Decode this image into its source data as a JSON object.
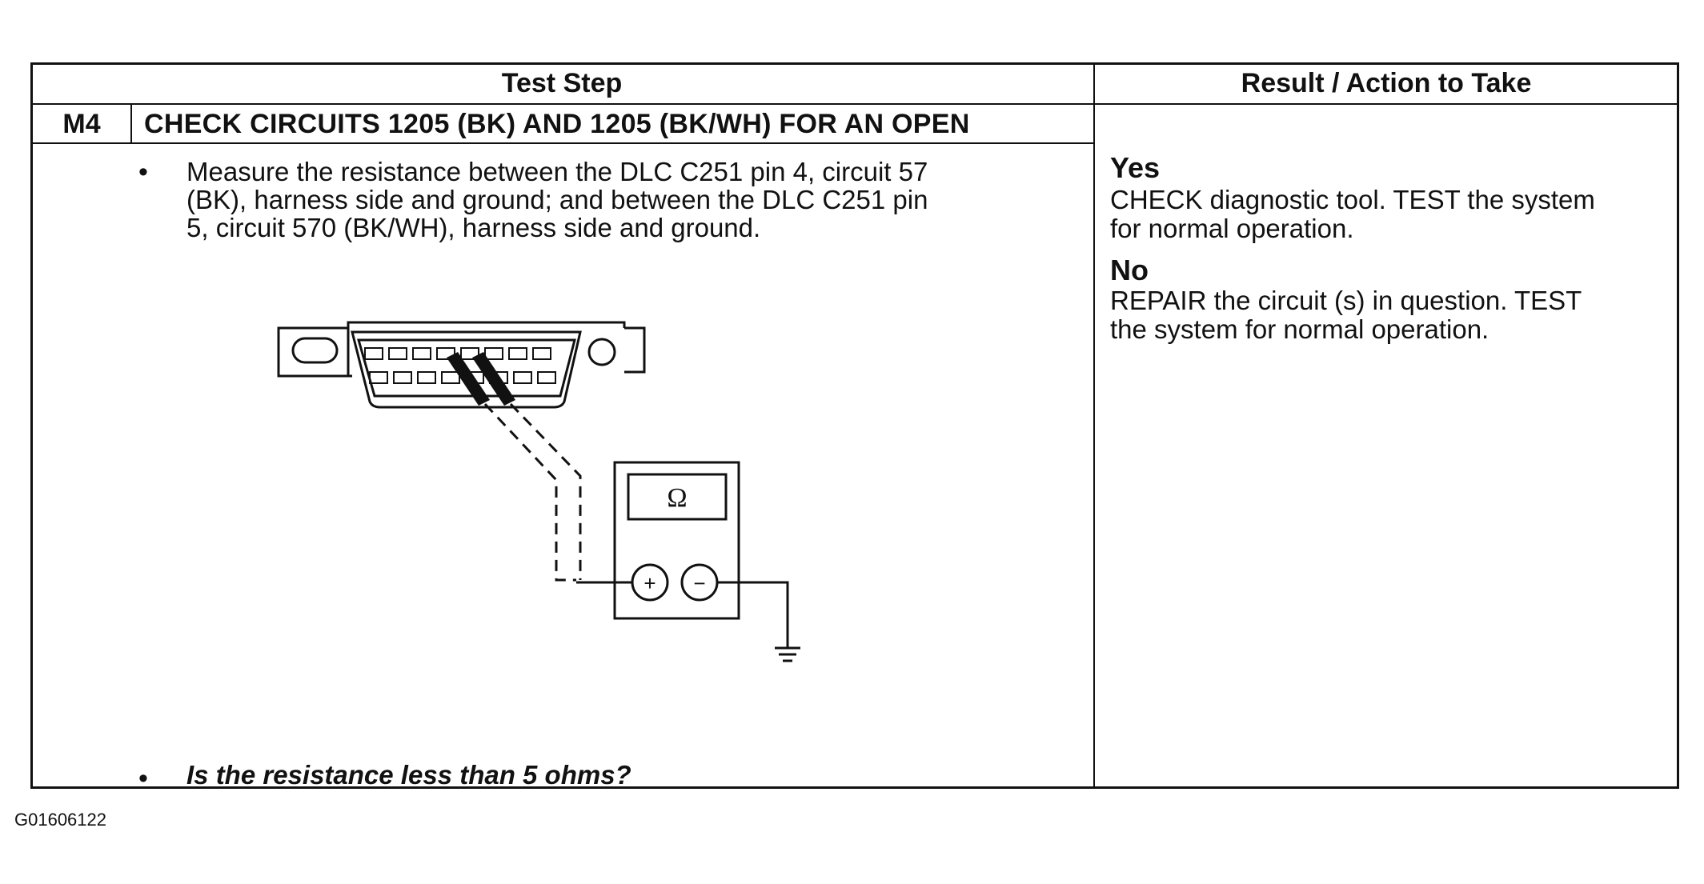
{
  "table": {
    "header_left": "Test Step",
    "header_right": "Result / Action to Take",
    "step_id": "M4",
    "step_title": "CHECK CIRCUITS 1205 (BK) AND 1205 (BK/WH) FOR AN OPEN",
    "instruction": {
      "bullet": "•",
      "lines": [
        "Measure the resistance between the DLC C251 pin 4, circuit 57",
        "(BK), harness side and ground; and between the DLC C251 pin",
        "5, circuit 570 (BK/WH), harness side and ground."
      ]
    },
    "question": {
      "bullet": "•",
      "text": "Is the resistance less than 5 ohms?"
    },
    "results": [
      {
        "label": "Yes",
        "lines": [
          "CHECK diagnostic tool. TEST the system",
          "for normal operation."
        ]
      },
      {
        "label": "No",
        "lines": [
          "REPAIR the circuit (s) in question. TEST",
          "the system for normal operation."
        ]
      }
    ]
  },
  "diagram": {
    "meter_symbol": "Ω",
    "plus_symbol": "+",
    "minus_symbol": "−",
    "meter_icon": "ohmmeter-icon",
    "connector_icon": "dlc-connector-icon",
    "ground_icon": "ground-symbol-icon"
  },
  "figure_id": "G01606122"
}
